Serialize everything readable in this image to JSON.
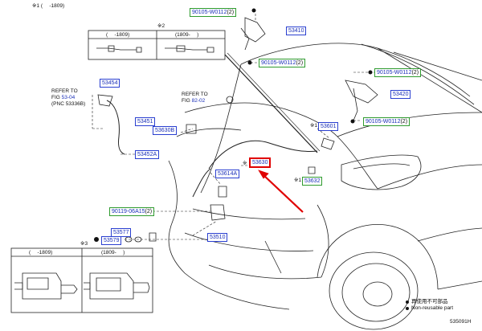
{
  "top_note": "※1 (　  -1809)",
  "inset2": {
    "marker": "※2",
    "left_label": "(　  -1809)",
    "right_label": "(1809-　  )"
  },
  "inset3": {
    "marker": "※3",
    "left_label": "(　  -1809)",
    "right_label": "(1809-　  )"
  },
  "refer1": {
    "line1": "REFER TO",
    "line2_prefix": "FIG ",
    "fig": "53-04",
    "line3": "(PNC 53336B)"
  },
  "refer2": {
    "line1": "REFER TO",
    "line2_prefix": "FIG ",
    "fig": "82-02"
  },
  "parts": {
    "p90105_top": {
      "num": "90105-W0112",
      "qty": "(2)"
    },
    "p53410": {
      "num": "53410"
    },
    "p90105_mid": {
      "num": "90105-W0112",
      "qty": "(2)"
    },
    "p90105_right1": {
      "num": "90105-W0112",
      "qty": "(2)"
    },
    "p53420": {
      "num": "53420"
    },
    "p53454": {
      "num": "53454"
    },
    "p53451": {
      "num": "53451"
    },
    "p53630b": {
      "num": "53630B"
    },
    "p53601": {
      "num": "53601",
      "marker": "※1"
    },
    "p90105_right2": {
      "num": "90105-W0112",
      "qty": "(2)"
    },
    "p53452a": {
      "num": "53452A"
    },
    "p53630": {
      "num": "53630",
      "marker": "※"
    },
    "p53614a": {
      "num": "53614A"
    },
    "p53632": {
      "num": "53632",
      "marker": "※1"
    },
    "p90119": {
      "num": "90119-06A15",
      "qty": "(2)"
    },
    "p53577": {
      "num": "53577"
    },
    "p53579": {
      "num": "53579"
    },
    "p53510": {
      "num": "53510"
    }
  },
  "legend": {
    "jp": "再使用不可部品",
    "en": "Non-reusable part"
  },
  "figure_id": "535091H",
  "colors": {
    "part_blue": "#1a2fb8",
    "box_green": "#2f9b2f",
    "highlight_red": "#e00000"
  }
}
